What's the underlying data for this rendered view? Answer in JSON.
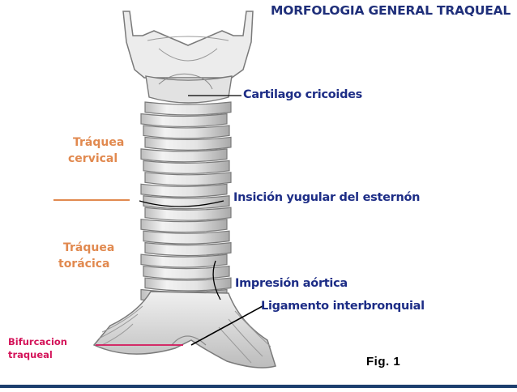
{
  "title": "MORFOLOGIA GENERAL TRAQUEAL",
  "labels": {
    "cricoides": "Cartilago cricoides",
    "yugular": "Insición yugular del esternón",
    "aortica": "Impresión aórtica",
    "ligamento": "Ligamento interbronquial"
  },
  "regions": {
    "cervical_1": "Tráquea",
    "cervical_2": "cervical",
    "toracica_1": "Tráquea",
    "toracica_2": "torácica"
  },
  "bifurcacion": {
    "line1": "Bifurcacion",
    "line2": "traqueal"
  },
  "figure": "Fig. 1",
  "colors": {
    "title": "#1f2f7a",
    "label_blue": "#1d2d86",
    "region_orange": "#e1894f",
    "bifurcation_pink": "#d4145a",
    "cartilage": "#e6e6e6",
    "outline": "#777777"
  }
}
